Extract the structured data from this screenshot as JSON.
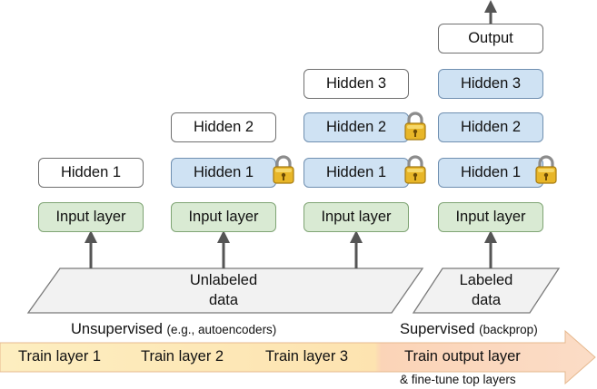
{
  "columns": [
    {
      "boxes": [
        {
          "text": "Hidden 1",
          "style": "plain",
          "locked": false
        }
      ],
      "input": "Input layer"
    },
    {
      "boxes": [
        {
          "text": "Hidden 1",
          "style": "blue",
          "locked": true
        },
        {
          "text": "Hidden 2",
          "style": "plain",
          "locked": false
        }
      ],
      "input": "Input layer"
    },
    {
      "boxes": [
        {
          "text": "Hidden 1",
          "style": "blue",
          "locked": true
        },
        {
          "text": "Hidden 2",
          "style": "blue",
          "locked": true
        },
        {
          "text": "Hidden 3",
          "style": "plain",
          "locked": false
        }
      ],
      "input": "Input layer"
    },
    {
      "boxes": [
        {
          "text": "Hidden 1",
          "style": "blue",
          "locked": true
        },
        {
          "text": "Hidden 2",
          "style": "blue",
          "locked": false
        },
        {
          "text": "Hidden 3",
          "style": "blue",
          "locked": false
        },
        {
          "text": "Output",
          "style": "plain",
          "locked": false
        }
      ],
      "input": "Input layer"
    }
  ],
  "unlabeled_data": {
    "line1": "Unlabeled",
    "line2": "data"
  },
  "labeled_data": {
    "line1": "Labeled",
    "line2": "data"
  },
  "phases": {
    "unsupervised": {
      "main": "Unsupervised",
      "note": "(e.g., autoencoders)"
    },
    "supervised": {
      "main": "Supervised",
      "note": "(backprop)"
    }
  },
  "banner": {
    "steps": [
      "Train layer 1",
      "Train layer 2",
      "Train layer 3",
      "Train output layer"
    ],
    "footnote": "& fine-tune top layers"
  },
  "colors": {
    "hidden_blue": "#cfe2f3",
    "input_green": "#d9ead3",
    "banner_yellow": "#fde9b5",
    "banner_orange": "#fbd2b5",
    "lock_gold": "#e8b628"
  }
}
